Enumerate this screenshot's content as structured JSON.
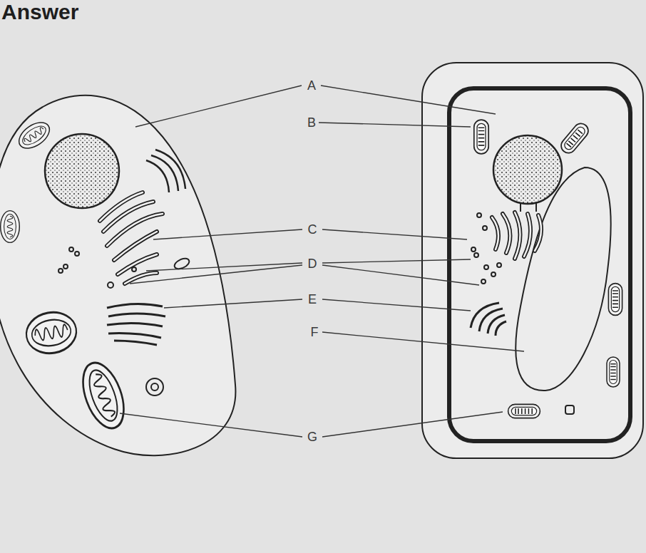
{
  "diagram": {
    "title": "Answer",
    "labels": [
      "A",
      "B",
      "C",
      "D",
      "E",
      "F",
      "G"
    ]
  }
}
